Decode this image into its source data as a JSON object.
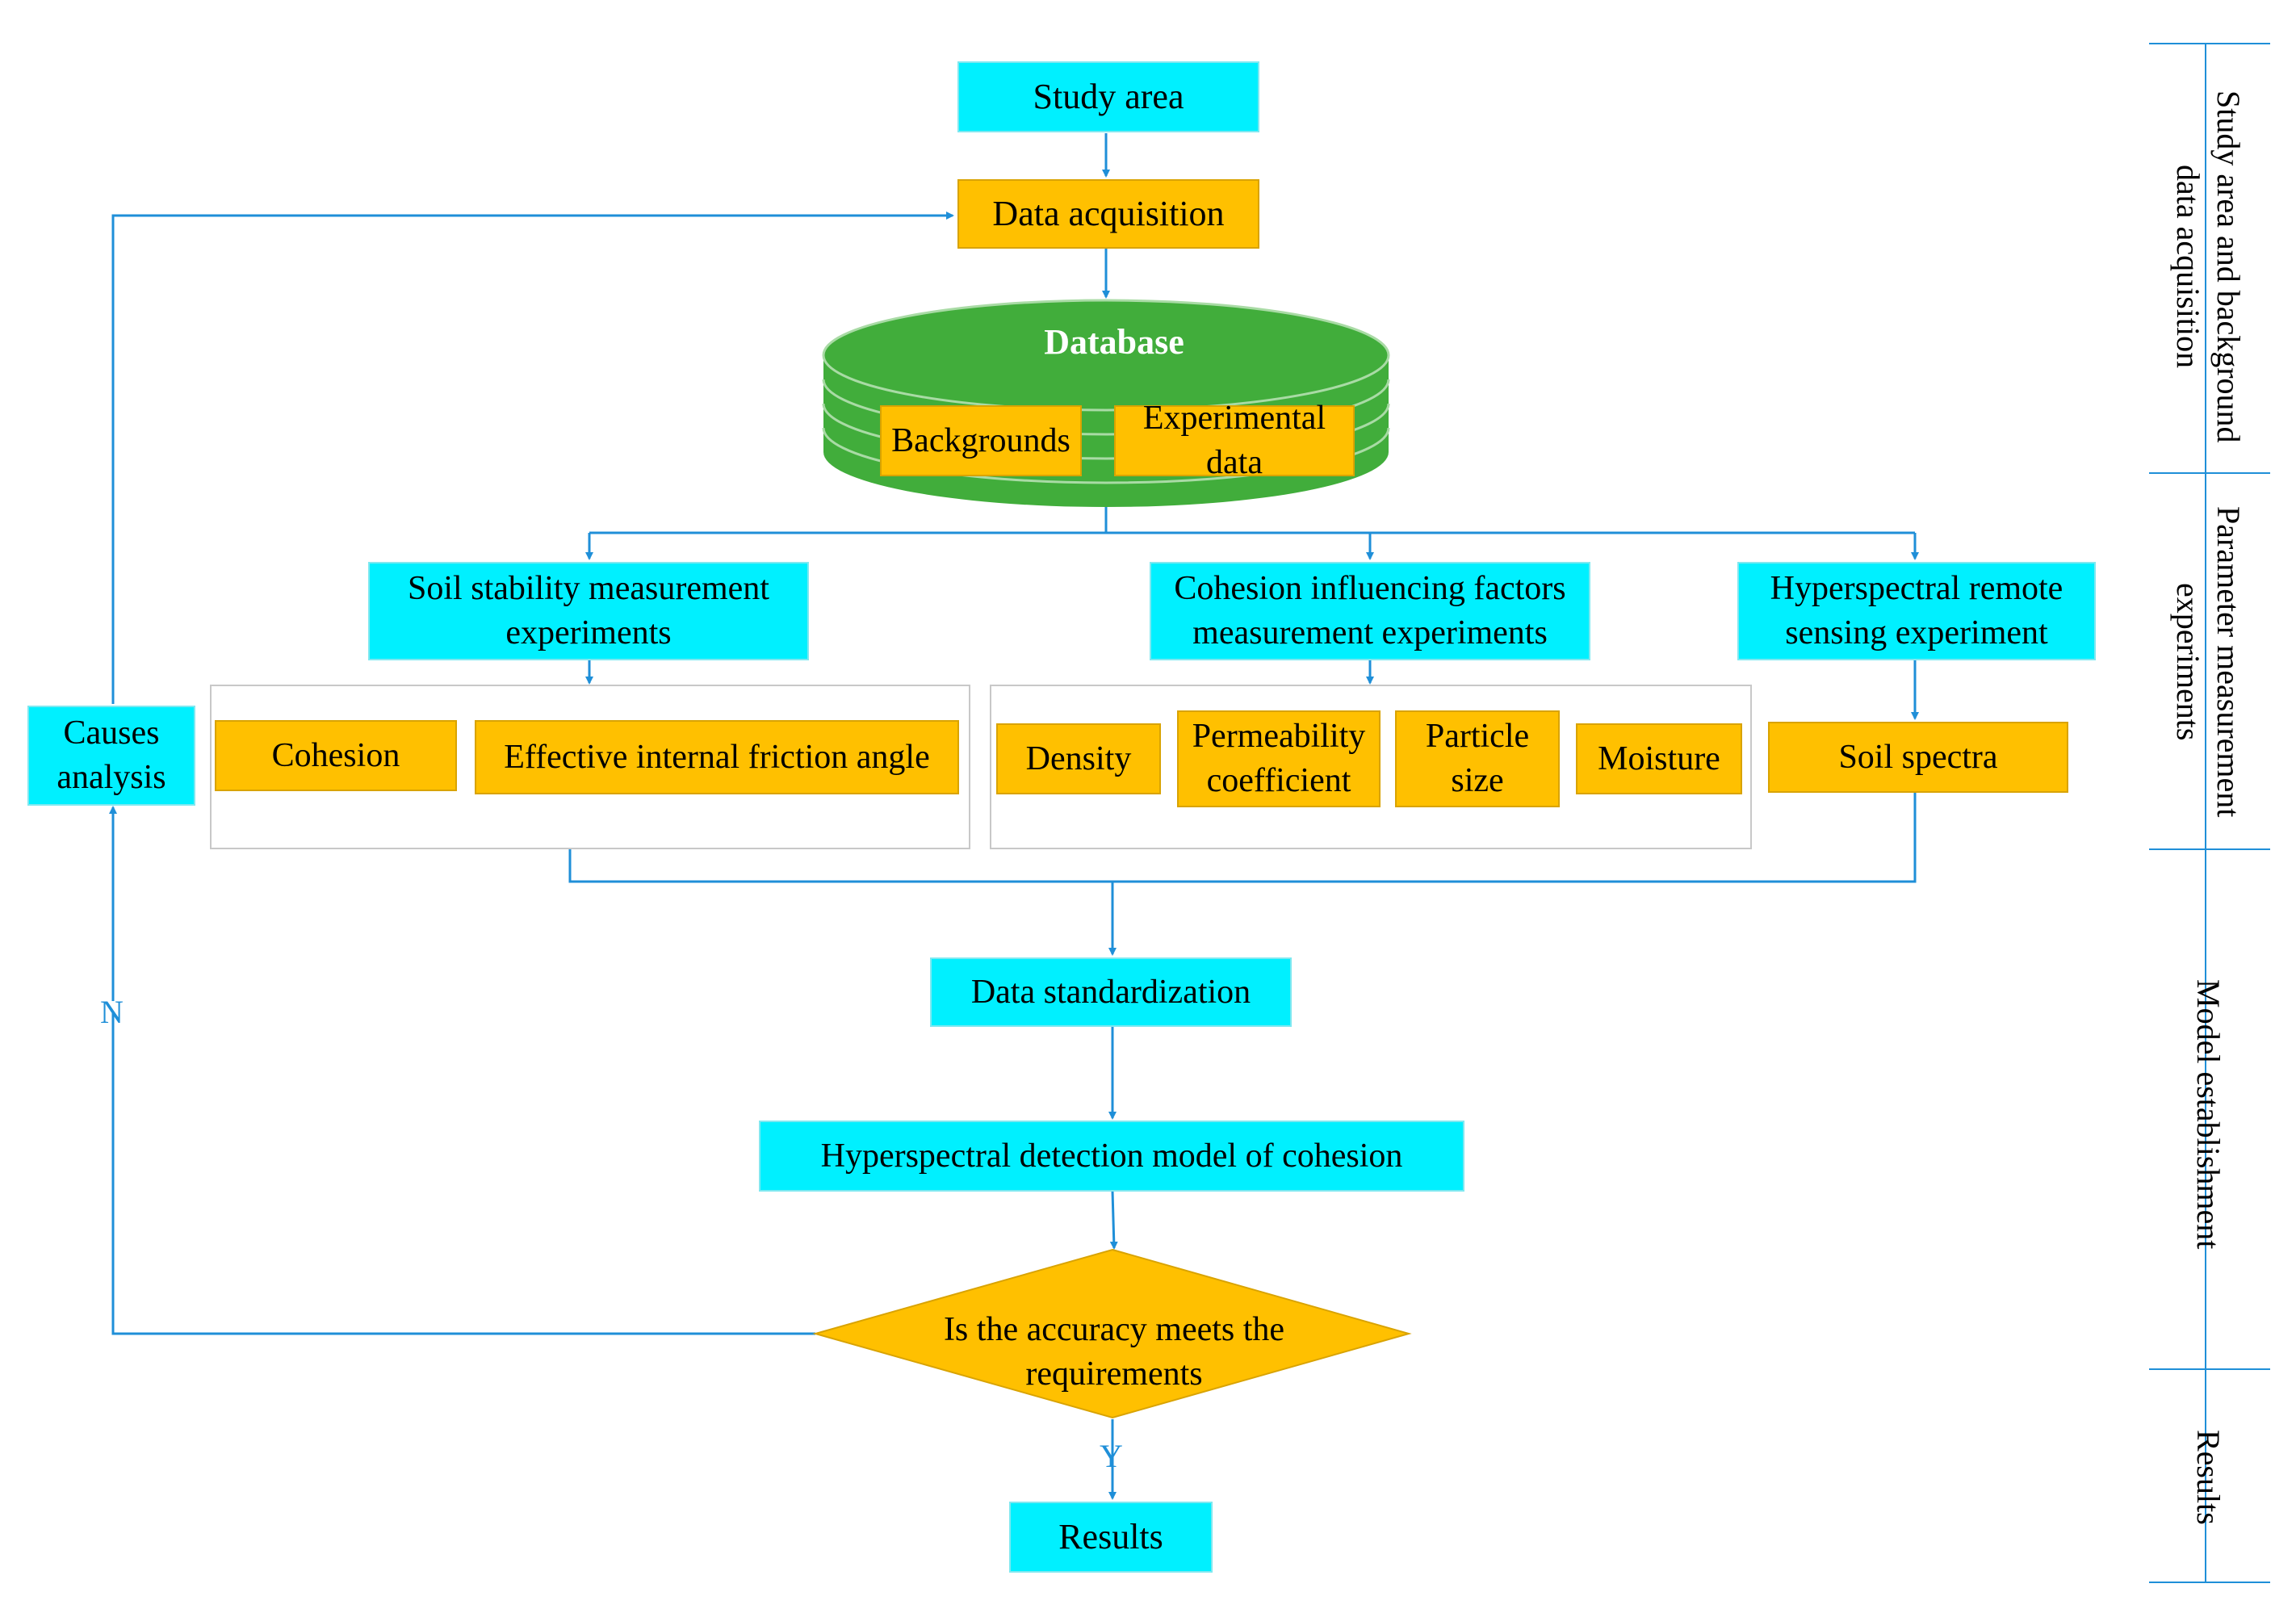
{
  "nodes": {
    "study_area": "Study area",
    "data_acquisition": "Data acquisition",
    "database": "Database",
    "backgrounds": "Backgrounds",
    "experimental_data": "Experimental data",
    "soil_stability": "Soil stability measurement experiments",
    "cohesion_factors": "Cohesion influencing factors measurement experiments",
    "hyperspectral_experiment": "Hyperspectral remote sensing experiment",
    "cohesion": "Cohesion",
    "friction_angle": "Effective internal friction angle",
    "density": "Density",
    "permeability": "Permeability coefficient",
    "particle_size": "Particle size",
    "moisture": "Moisture",
    "soil_spectra": "Soil spectra",
    "data_standardization": "Data standardization",
    "model": "Hyperspectral detection model of cohesion",
    "decision": "Is the accuracy meets the requirements",
    "results": "Results",
    "causes_analysis": "Causes analysis"
  },
  "edge_labels": {
    "no": "N",
    "yes": "Y"
  },
  "stages": {
    "stage1": "Study area and background data acquisition",
    "stage2": "Parameter measurement experiments",
    "stage3": "Model establishment",
    "stage4": "Results"
  },
  "colors": {
    "process_box": "#00f0ff",
    "data_box": "#ffc000",
    "database": "#41ad3b",
    "connector": "#1f8fd8"
  }
}
